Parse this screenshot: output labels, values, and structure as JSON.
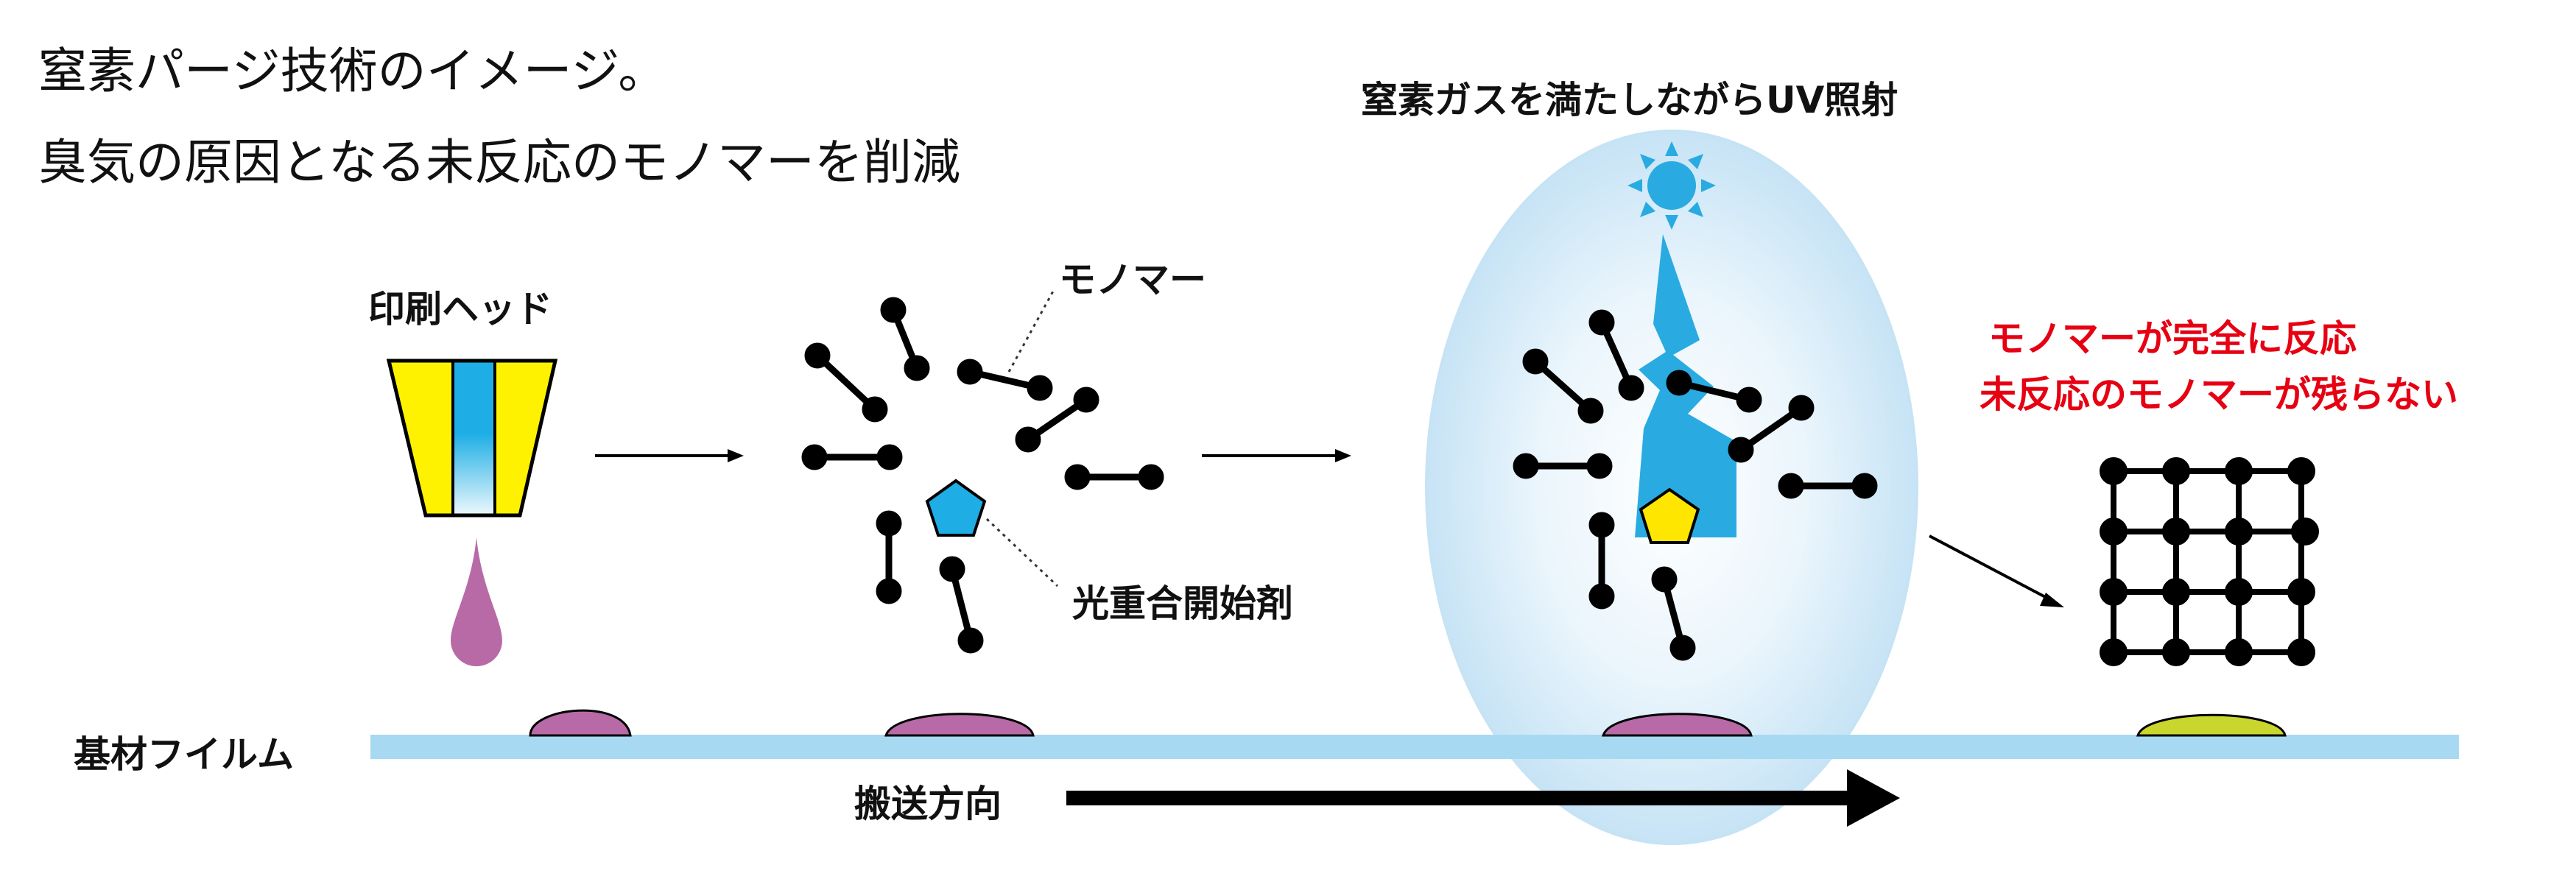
{
  "caption": {
    "line1": "窒素パージ技術のイメージ。",
    "line2": "臭気の原因となる未反応のモノマーを削減"
  },
  "labels": {
    "print_head": "印刷ヘッド",
    "monomer": "モノマー",
    "photoinitiator": "光重合開始剤",
    "substrate_film": "基材フイルム",
    "transport_direction": "搬送方向",
    "nitrogen_uv": "窒素ガスを満たしながらUV照射",
    "result_line1": "モノマーが完全に反応",
    "result_line2": "未反応のモノマーが残らない"
  },
  "colors": {
    "head_yellow": "#fff200",
    "ink_cyan": "#1eaee5",
    "droplet": "#b86aa7",
    "cured_droplet": "#c9d62e",
    "film": "#a7d9f2",
    "nitrogen_glow": "#cfe7f6",
    "uv_beam": "#29abe2",
    "initiator_active": "#ffe600",
    "result_text": "#e60012",
    "molecule": "#000000"
  },
  "icons": {
    "uv_lamp": "sun-icon",
    "photoinitiator": "pentagon-icon"
  }
}
